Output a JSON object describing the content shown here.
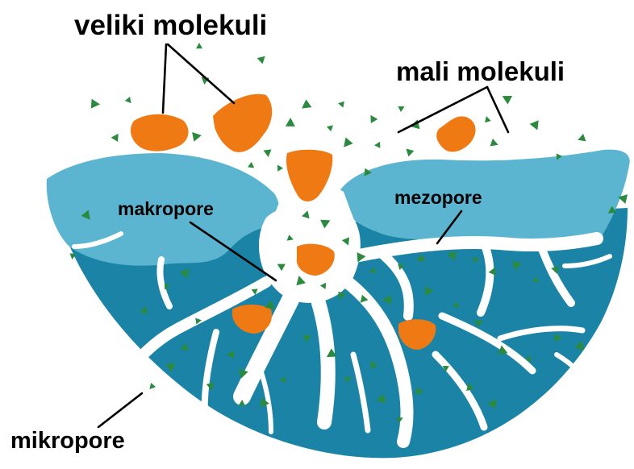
{
  "labels": {
    "large_molecules": "veliki molekuli",
    "small_molecules": "mali molekuli",
    "macropores": "makropore",
    "mesopores": "mezopore",
    "micropores": "mikropore"
  },
  "colors": {
    "particle_dark": "#1b84a6",
    "particle_light": "#5bb5d1",
    "pore_channels": "#ffffff",
    "large_molecule": "#ef7a14",
    "small_molecule": "#2a8a3e",
    "leader_lines": "#000000"
  }
}
